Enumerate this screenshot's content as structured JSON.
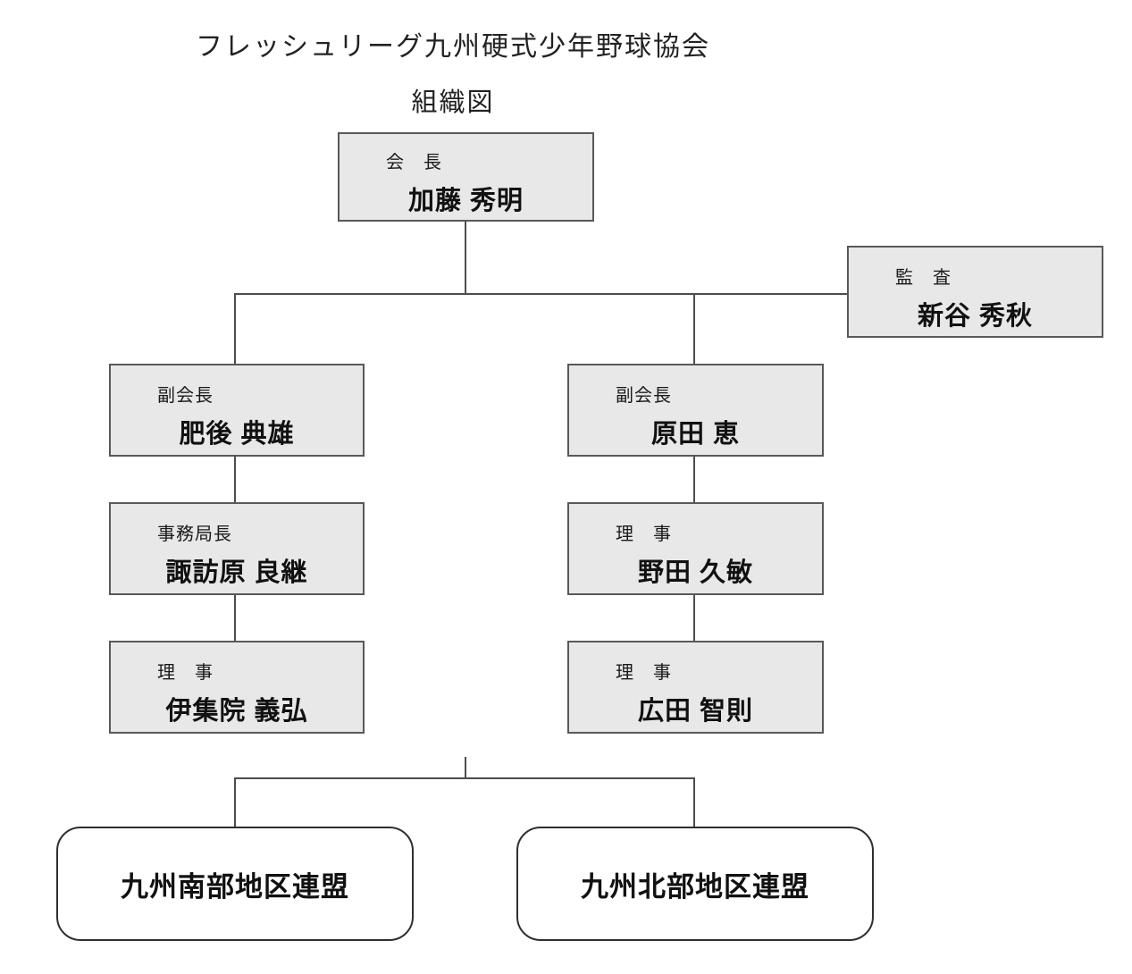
{
  "header": {
    "title": "フレッシュリーグ九州硬式少年野球協会",
    "subtitle": "組織図"
  },
  "org": {
    "nodes": [
      {
        "id": "chairman",
        "role": "会　長",
        "name": "加藤 秀明"
      },
      {
        "id": "auditor",
        "role": "監　査",
        "name": "新谷 秀秋"
      },
      {
        "id": "vice-left",
        "role": "副会長",
        "name": "肥後 典雄"
      },
      {
        "id": "vice-right",
        "role": "副会長",
        "name": "原田 恵"
      },
      {
        "id": "secretary",
        "role": "事務局長",
        "name": "諏訪原 良継"
      },
      {
        "id": "director-noda",
        "role": "理　事",
        "name": "野田 久敏"
      },
      {
        "id": "director-ijuin",
        "role": "理　事",
        "name": "伊集院 義弘"
      },
      {
        "id": "director-hirota",
        "role": "理　事",
        "name": "広田 智則"
      }
    ]
  },
  "federations": [
    {
      "id": "south",
      "label": "九州南部地区連盟"
    },
    {
      "id": "north",
      "label": "九州北部地区連盟"
    }
  ],
  "colors": {
    "box_fill": "#e8e8e8",
    "box_border": "#595959",
    "connector_line": "#4d4d4d",
    "federation_border": "#2f2f2f",
    "text": "#1a1a1a",
    "background": "#ffffff"
  }
}
